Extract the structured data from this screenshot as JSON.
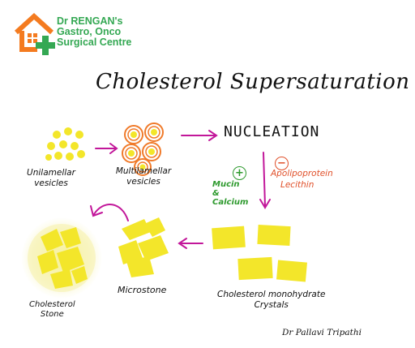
{
  "logo": {
    "line1": "Dr RENGAN's",
    "line2": "Gastro, Onco",
    "line3": "Surgical Centre"
  },
  "title": "Cholesterol Supersaturation",
  "nodes": {
    "unilamellar": "Unilamellar vesicles",
    "multilamellar": "Multilamellar vesicles",
    "nucleation": "NUCLEATION",
    "crystals": [
      "Cholesterol monohydrate",
      "Crystals"
    ],
    "microstone": "Microstone",
    "stone": [
      "Cholesterol",
      "Stone"
    ]
  },
  "factors": {
    "promoter_sign": "+",
    "promoters": [
      "Mucin",
      "&",
      "Calcium"
    ],
    "inhibitor_sign": "−",
    "inhibitors": [
      "Apolipoprotein",
      "Lecithin"
    ]
  },
  "author": "Dr Pallavi Tripathi",
  "colors": {
    "brand_orange": "#f47b20",
    "brand_green": "#34a853",
    "crystal_yellow": "#f3e62a",
    "arrow_magenta": "#c2179a",
    "promoter_green": "#2e9a2e",
    "inhibitor_red": "#e0502a",
    "vesicle_ring": "#f07a2a"
  }
}
